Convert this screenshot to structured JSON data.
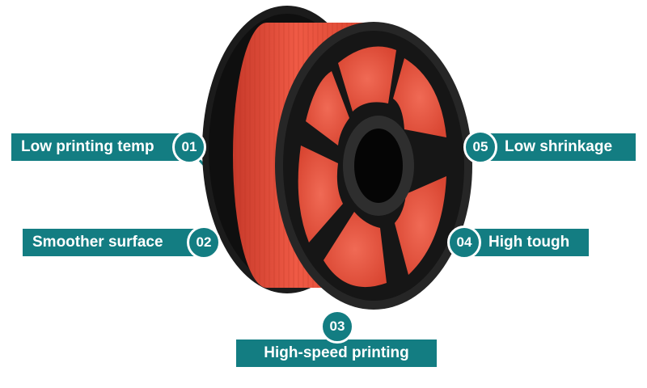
{
  "colors": {
    "accent": "#137d82",
    "filament": "#e9503f",
    "spool": "#1a1a1a"
  },
  "features": [
    {
      "number": "01",
      "label": "Low printing temp"
    },
    {
      "number": "02",
      "label": "Smoother surface"
    },
    {
      "number": "03",
      "label": "High-speed printing"
    },
    {
      "number": "04",
      "label": "High tough"
    },
    {
      "number": "05",
      "label": "Low shrinkage"
    }
  ]
}
